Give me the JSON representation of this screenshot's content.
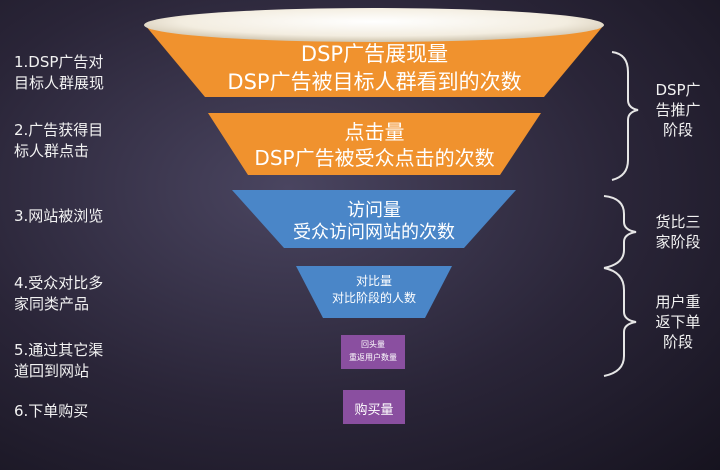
{
  "steps": [
    {
      "label": "1.DSP广告对\n目标人群展现"
    },
    {
      "label": "2.广告获得目\n标人群点击"
    },
    {
      "label": "3.网站被浏览"
    },
    {
      "label": "4.受众对比多\n家同类产品"
    },
    {
      "label": "5.通过其它渠\n道回到网站"
    },
    {
      "label": "6.下单购买"
    }
  ],
  "funnel": [
    {
      "line1": "DSP广告展现量",
      "line2": "DSP广告被目标人群看到的次数",
      "color": "#f0922e"
    },
    {
      "line1": "点击量",
      "line2": "DSP广告被受众点击的次数",
      "color": "#f0922e"
    },
    {
      "line1": "访问量",
      "line2": "受众访问网站的次数",
      "color": "#4a86c8"
    },
    {
      "line1": "对比量",
      "line2": "对比阶段的人数",
      "color": "#4a86c8"
    },
    {
      "line1": "回头量",
      "line2": "重返用户数量",
      "color": "#8a4fa0"
    },
    {
      "line1": "购买量",
      "line2": "",
      "color": "#8a4fa0"
    }
  ],
  "stages": [
    {
      "label": "DSP广\n告推广\n阶段"
    },
    {
      "label": "货比三\n家阶段"
    },
    {
      "label": "用户重\n返下单\n阶段"
    }
  ]
}
